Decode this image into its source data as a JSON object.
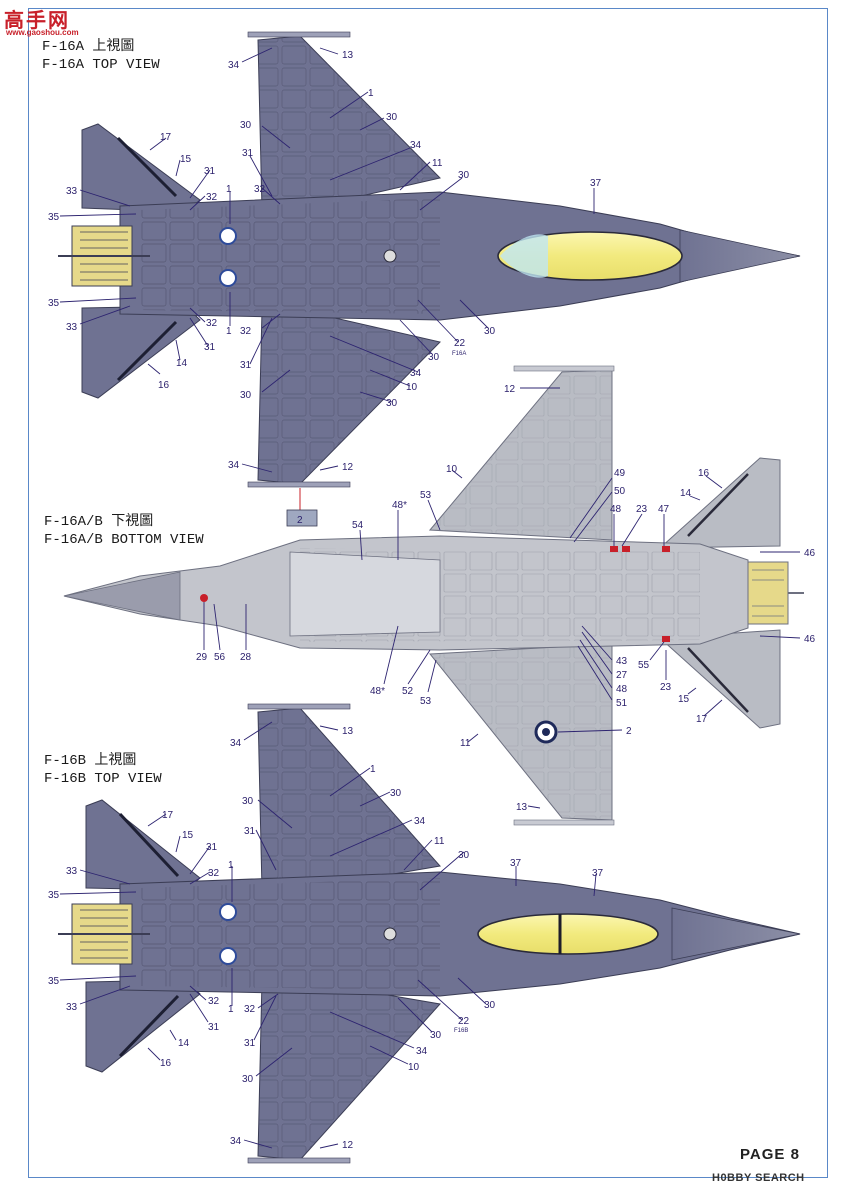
{
  "watermark": {
    "brand": "高手网",
    "url": "www.gaoshou.com"
  },
  "views": {
    "top_a": {
      "title_zh": "F-16A 上視圖",
      "title_en": "F-16A TOP VIEW",
      "marking": "F16A"
    },
    "bottom": {
      "title_zh": "F-16A/B 下視圖",
      "title_en": "F-16A/B BOTTOM VIEW"
    },
    "top_b": {
      "title_zh": "F-16B 上視圖",
      "title_en": "F-16B TOP VIEW",
      "marking": "F16B"
    }
  },
  "ref_box_label": "2",
  "callouts_top_a": [
    "34",
    "13",
    "1",
    "30",
    "30",
    "34",
    "11",
    "31",
    "32",
    "37",
    "30",
    "17",
    "15",
    "31",
    "33",
    "32",
    "1",
    "35",
    "35",
    "33",
    "32",
    "1",
    "31",
    "14",
    "16",
    "32",
    "31",
    "30",
    "34",
    "10",
    "30",
    "22",
    "30",
    "30",
    "34",
    "12"
  ],
  "callouts_bottom": [
    "12",
    "10",
    "49",
    "50",
    "16",
    "14",
    "48*",
    "53",
    "48",
    "23",
    "47",
    "54",
    "46",
    "46",
    "43",
    "27",
    "48",
    "51",
    "55",
    "23",
    "29",
    "56",
    "28",
    "48*",
    "52",
    "53",
    "15",
    "17",
    "11",
    "2",
    "13"
  ],
  "callouts_top_b": [
    "34",
    "13",
    "1",
    "30",
    "30",
    "34",
    "11",
    "31",
    "17",
    "15",
    "31",
    "32",
    "33",
    "1",
    "30",
    "37",
    "37",
    "35",
    "35",
    "33",
    "32",
    "31",
    "1",
    "32",
    "22",
    "30",
    "30",
    "14",
    "31",
    "34",
    "16",
    "10",
    "30",
    "34",
    "12"
  ],
  "colors": {
    "airframe_top": "#6f7292",
    "airframe_top_dark": "#54566f",
    "airframe_bottom": "#b9bcc4",
    "canopy": "#f4ef8c",
    "leader": "#2d2470",
    "border": "#5a88c8"
  },
  "footer": {
    "page_label": "PAGE  8",
    "source": "H0BBY SEARCH"
  }
}
